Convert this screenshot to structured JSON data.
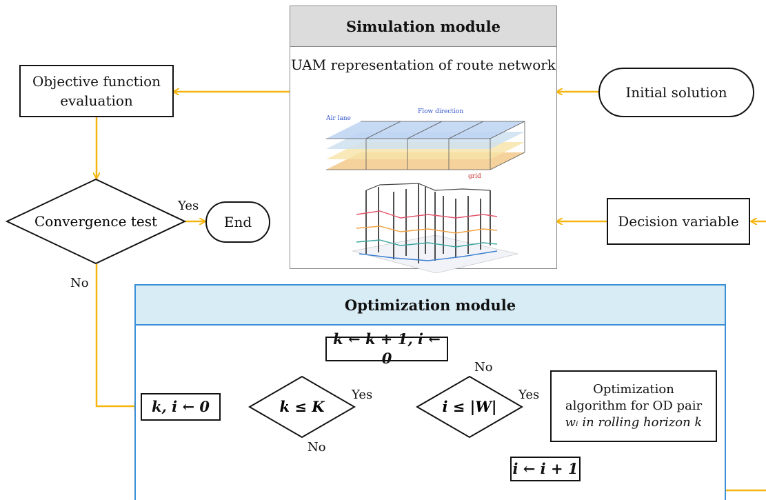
{
  "simulation": {
    "title": "Simulation module",
    "subtitle": "UAM representation of route network",
    "img_label_air_lane": "Air lane",
    "img_label_flow": "Flow direction",
    "img_label_grid": "grid"
  },
  "objective": {
    "line1": "Objective function",
    "line2": "evaluation"
  },
  "initial_solution": "Initial solution",
  "decision_variable": "Decision variable",
  "convergence": "Convergence test",
  "end": "End",
  "yes": "Yes",
  "no": "No",
  "optimization": {
    "title": "Optimization module",
    "init": "k, i ← 0",
    "update_k": "k ← k + 1, i ← 0",
    "cond_k": "k ≤ K",
    "cond_i": "i ≤ |W|",
    "update_i": "i ← i + 1",
    "algo_line1": "Optimization",
    "algo_line2": "algorithm for OD pair",
    "algo_line3": "wᵢ in rolling horizon k"
  },
  "colors": {
    "arrow": "#f5b50e",
    "opt_border": "#3a8fd6",
    "opt_header": "#d8ecf5",
    "sim_header": "#dcdcdc"
  }
}
